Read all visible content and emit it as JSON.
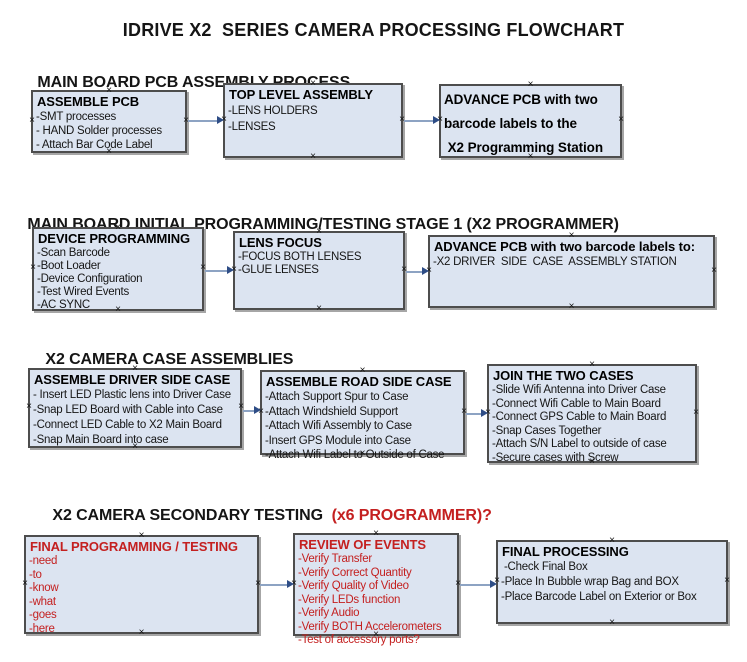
{
  "title": "IDRIVE X2  SERIES CAMERA PROCESSING FLOWCHART",
  "glyphs": {
    "anchor": "×"
  },
  "colors": {
    "box_fill": "#dce4f1",
    "box_border": "#4d4d4d",
    "red_text": "#c42020",
    "arrow_line": "#8da3c3",
    "arrow_head": "#2e4d86",
    "background": "#ffffff"
  },
  "sections": [
    {
      "heading": "MAIN BOARD PCB ASSEMBLY PROCESS",
      "boxes": [
        {
          "title": "ASSEMBLE PCB",
          "items": [
            "-SMT processes",
            "- HAND Solder processes",
            "- Attach Bar Code Label"
          ]
        },
        {
          "title": "TOP LEVEL ASSEMBLY",
          "items": [
            "-LENS HOLDERS",
            "-LENSES"
          ]
        },
        {
          "title": "",
          "lines": [
            "ADVANCE PCB with two",
            "barcode labels to the",
            " X2 Programming Station"
          ]
        }
      ]
    },
    {
      "heading": "MAIN BOARD INITIAL PROGRAMMING/TESTING STAGE 1 (X2 PROGRAMMER)",
      "boxes": [
        {
          "title": "DEVICE PROGRAMMING",
          "items": [
            "-Scan Barcode",
            "-Boot Loader",
            "-Device Configuration",
            "-Test Wired Events",
            "-AC SYNC"
          ]
        },
        {
          "title": "LENS FOCUS",
          "items": [
            "-FOCUS BOTH LENSES",
            "-GLUE LENSES"
          ]
        },
        {
          "title": "ADVANCE PCB with two barcode labels to:",
          "items": [
            "-X2 DRIVER  SIDE  CASE  ASSEMBLY STATION"
          ]
        }
      ]
    },
    {
      "heading": "X2 CAMERA CASE ASSEMBLIES",
      "boxes": [
        {
          "title": "ASSEMBLE DRIVER SIDE CASE",
          "items": [
            "- Insert LED Plastic lens into Driver Case",
            "-Snap LED Board with Cable into Case",
            "-Connect LED Cable to X2 Main Board",
            "-Snap Main Board into case"
          ]
        },
        {
          "title": "ASSEMBLE ROAD SIDE CASE",
          "items": [
            "-Attach Support Spur to Case",
            "-Attach Windshield Support",
            "-Attach Wifi Assembly to Case",
            "-Insert GPS Module into Case",
            "-Attach Wifi Label to Outside of Case"
          ]
        },
        {
          "title": "JOIN THE TWO CASES",
          "items": [
            "-Slide Wifi Antenna into Driver Case",
            "-Connect Wifi Cable to Main Board",
            "-Connect GPS Cable to Main Board",
            "-Snap Cases Together",
            "-Attach S/N Label to outside of case",
            "-Secure cases with Screw"
          ]
        }
      ]
    },
    {
      "heading": "X2 CAMERA SECONDARY TESTING ",
      "heading_red": " (x6 PROGRAMMER)?",
      "boxes": [
        {
          "title": "FINAL PROGRAMMING / TESTING",
          "items": [
            "-need",
            "-to",
            "-know",
            "-what",
            "-goes",
            "-here"
          ]
        },
        {
          "title": "REVIEW OF EVENTS",
          "items": [
            "-Verify Transfer",
            "-Verify Correct Quantity",
            "-Verify Quality of Video",
            "-Verify LEDs function",
            "-Verify Audio",
            "-Verify BOTH Accelerometers",
            "-Test of accessory ports?"
          ]
        },
        {
          "title": "FINAL PROCESSING",
          "items": [
            " -Check Final Box",
            "-Place In Bubble wrap Bag and BOX",
            "-Place Barcode Label on Exterior or Box"
          ]
        }
      ]
    }
  ]
}
